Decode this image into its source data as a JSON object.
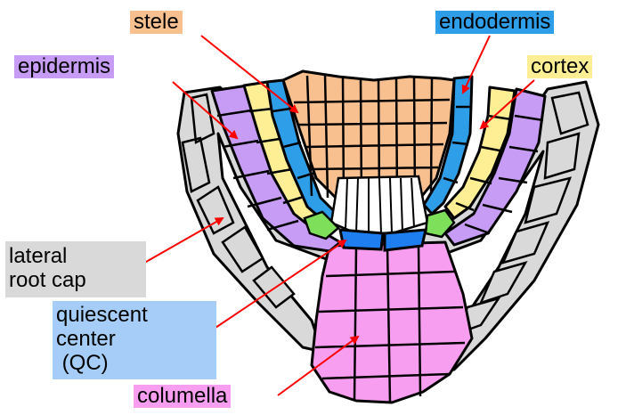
{
  "labels": {
    "stele": "stele",
    "endodermis": "endodermis",
    "epidermis": "epidermis",
    "cortex": "cortex",
    "lateral_root_cap": "lateral\nroot cap",
    "quiescent_center": "quiescent\ncenter\n (QC)",
    "columella": "columella"
  },
  "colors": {
    "stele": "#f9c08f",
    "endodermis": "#2f9ee8",
    "epidermis": "#c79cf5",
    "cortex": "#ffef94",
    "lateral_root_cap": "#d9d9d9",
    "quiescent_center": "#1e7ef0",
    "quiescent_label": "#a6cdf7",
    "columella": "#f89ef0",
    "initials": "#7ee05a",
    "arrow": "#ff0000",
    "outline": "#000000"
  }
}
